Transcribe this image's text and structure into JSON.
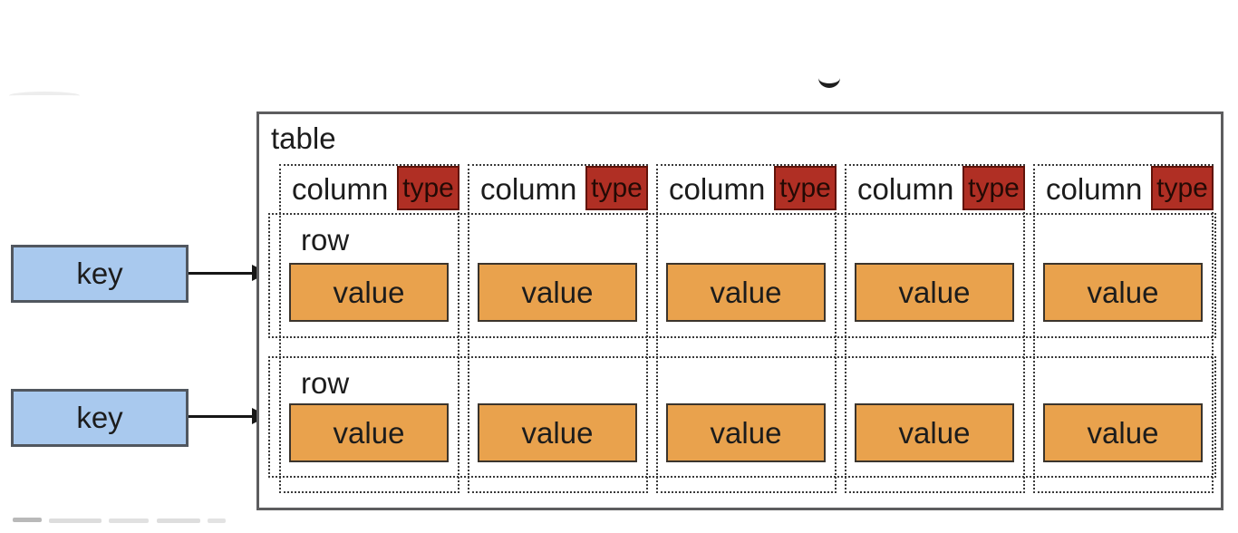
{
  "diagram": {
    "table": {
      "label": "table",
      "columns": [
        {
          "label": "column",
          "type_label": "type"
        },
        {
          "label": "column",
          "type_label": "type"
        },
        {
          "label": "column",
          "type_label": "type"
        },
        {
          "label": "column",
          "type_label": "type"
        },
        {
          "label": "column",
          "type_label": "type"
        }
      ],
      "rows": [
        {
          "label": "row",
          "cells": [
            "value",
            "value",
            "value",
            "value",
            "value"
          ]
        },
        {
          "label": "row",
          "cells": [
            "value",
            "value",
            "value",
            "value",
            "value"
          ]
        }
      ]
    },
    "keys": [
      {
        "label": "key"
      },
      {
        "label": "key"
      }
    ],
    "colors": {
      "key_fill": "#a9c9ee",
      "value_fill": "#e9a24d",
      "type_fill": "#b02f24",
      "table_border": "#5d5d5f",
      "dotted_border": "#3a3a3a"
    }
  }
}
